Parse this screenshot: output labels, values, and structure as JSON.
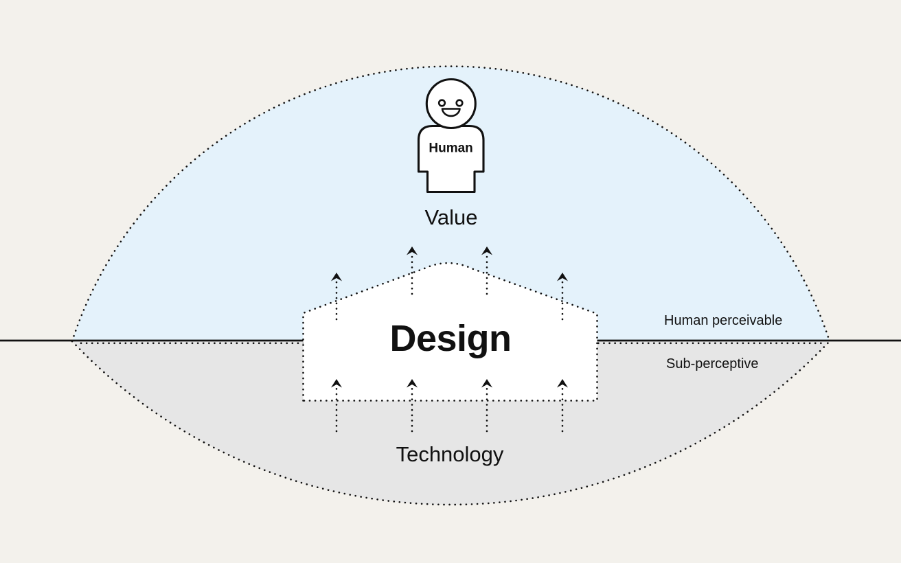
{
  "diagram": {
    "human_figure": {
      "label": "Human"
    },
    "labels": {
      "value": "Value",
      "design": "Design",
      "technology": "Technology",
      "human_perceivable": "Human perceivable",
      "sub_perceptive": "Sub-perceptive"
    },
    "arrows": {
      "direction": "up",
      "top_row_count": 4,
      "bottom_row_count": 4
    },
    "colors": {
      "background": "#f3f1ec",
      "human_perceivable_fill": "#e4f2fb",
      "sub_perceptive_fill": "#e6e6e6",
      "design_fill": "#ffffff",
      "stroke": "#111111"
    }
  }
}
